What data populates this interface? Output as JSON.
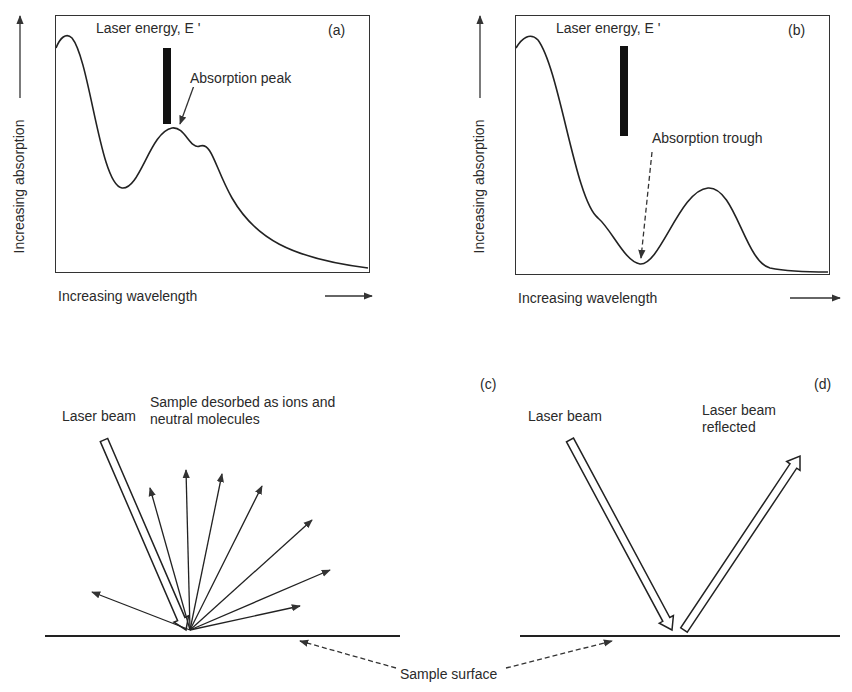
{
  "diagram": {
    "nodes": [
      {
        "text": [
          "Laser energy, E '",
          "(a)",
          "Absorption peak"
        ]
      },
      {
        "text": [
          "Laser energy, E '",
          "(b)",
          "Absorption trough"
        ]
      }
    ],
    "labels": [
      "Increasing absorption",
      "Increasing wavelength",
      "Increasing absorption",
      "Increasing wavelength",
      "(c)",
      "(d)",
      "Laser beam",
      "Sample desorbed as ions and neutral molecules",
      "Laser beam",
      "Laser beam reflected",
      "Sample surface"
    ]
  }
}
